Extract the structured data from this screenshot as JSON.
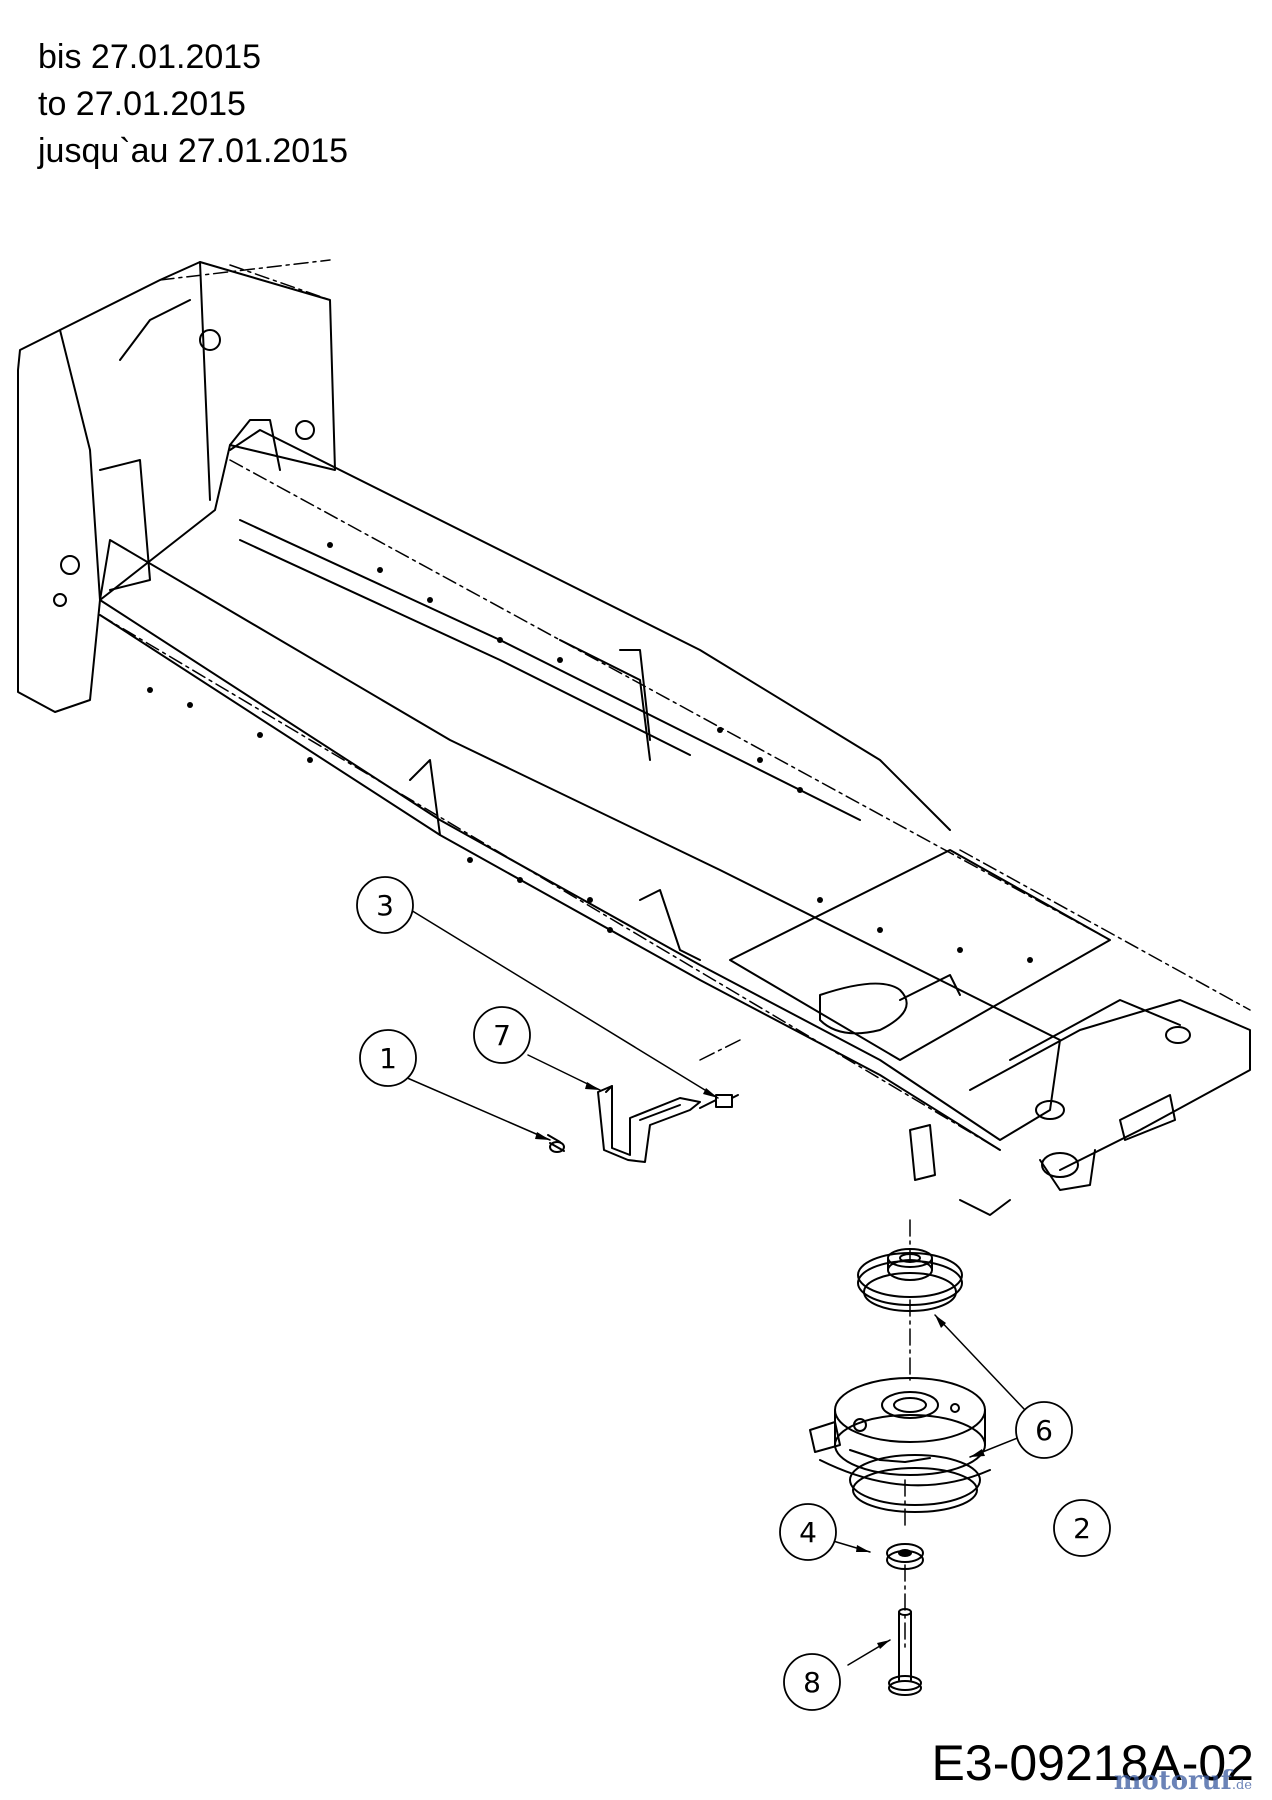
{
  "header": {
    "line_de": "bis 27.01.2015",
    "line_en": "to 27.01.2015",
    "line_fr": "jusqu`au 27.01.2015"
  },
  "callouts": [
    {
      "part": "part-1",
      "label": "1"
    },
    {
      "part": "part-2",
      "label": "2"
    },
    {
      "part": "part-3",
      "label": "3"
    },
    {
      "part": "part-4",
      "label": "4"
    },
    {
      "part": "part-6",
      "label": "6"
    },
    {
      "part": "part-7",
      "label": "7"
    },
    {
      "part": "part-8",
      "label": "8"
    }
  ],
  "drawing_code": "E3-09218A-02",
  "watermark": {
    "name": "motoruf",
    "tld": ".de"
  },
  "colors": {
    "line": "#000000",
    "background": "#ffffff",
    "watermark": "#3a5aa0"
  }
}
